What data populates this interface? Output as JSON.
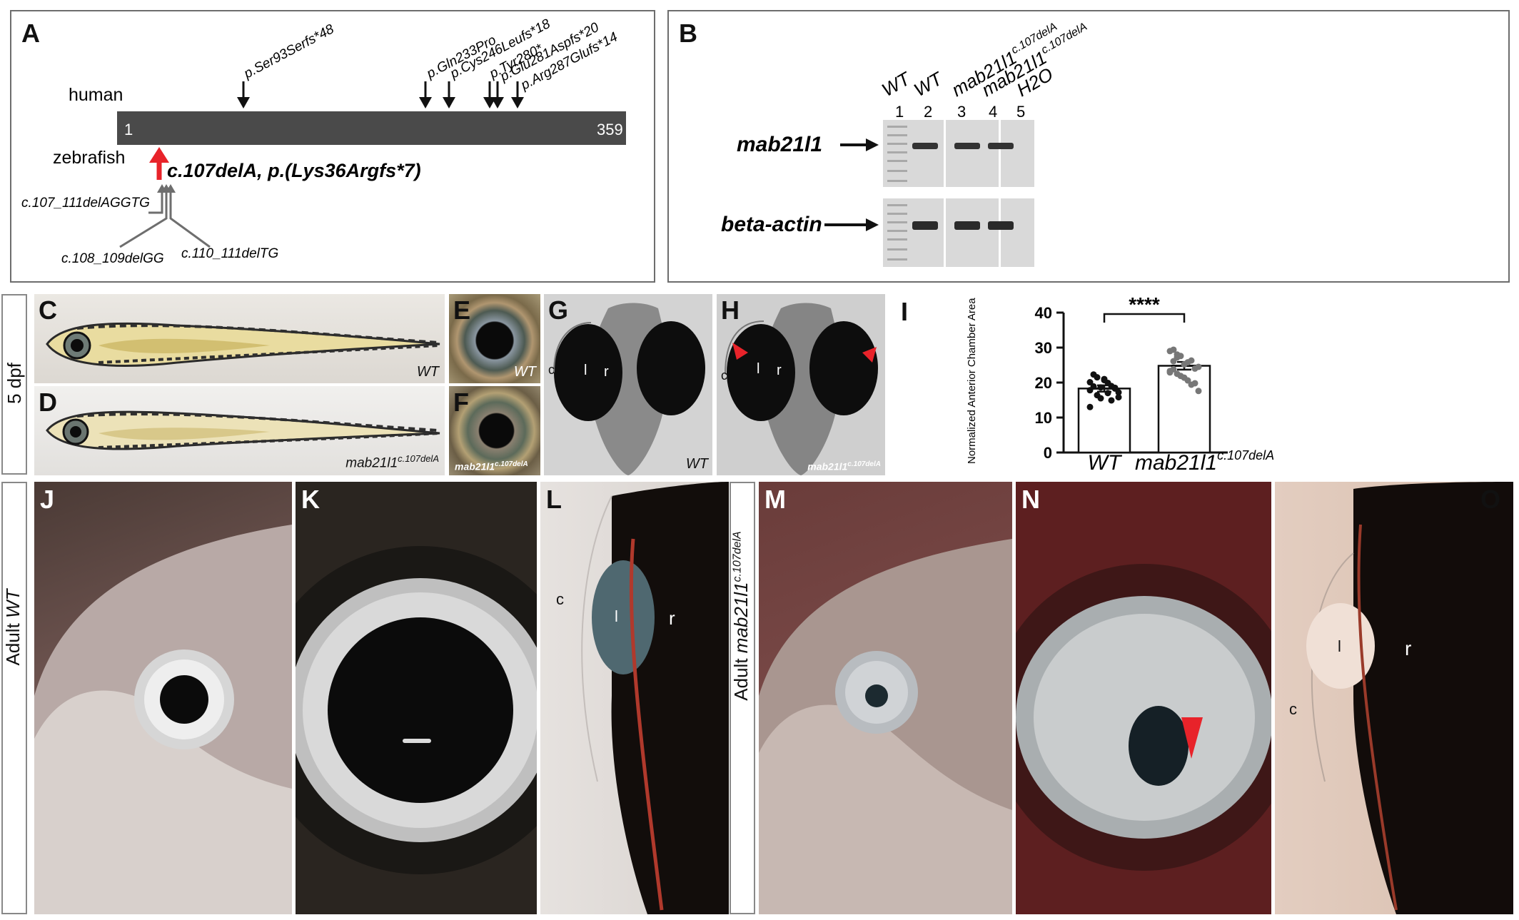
{
  "panelA": {
    "label": "A",
    "human_label": "human",
    "zebrafish_label": "zebrafish",
    "bar_start": "1",
    "bar_end": "359",
    "human_variants": [
      "p.Ser93Serfs*48",
      "p.Gln233Pro",
      "p.Cys246Leufs*18",
      "p.Tyr280*",
      "p.Glu281Aspfs*20",
      "p.Arg287Glufs*14"
    ],
    "main_variant": "c.107delA, p.(Lys36Argfs*7)",
    "other_variants": [
      "c.107_111delAGGTG",
      "c.108_109delGG",
      "c.110_111delTG"
    ],
    "colors": {
      "bar": "#4a4a4a",
      "red_arrow": "#e8232a",
      "grey_arrow": "#6e6e6e"
    }
  },
  "panelB": {
    "label": "B",
    "lanes": [
      {
        "number": "1",
        "name": "WT",
        "superscript": ""
      },
      {
        "number": "2",
        "name": "WT",
        "superscript": ""
      },
      {
        "number": "3",
        "name": "mab21l1",
        "superscript": "c.107delA"
      },
      {
        "number": "4",
        "name": "mab21l1",
        "superscript": "c.107delA"
      },
      {
        "number": "5",
        "name": "H2O",
        "superscript": ""
      }
    ],
    "genes": [
      "mab21l1",
      "beta-actin"
    ]
  },
  "panels": {
    "C": {
      "label": "C",
      "caption": "WT"
    },
    "D": {
      "label": "D",
      "caption": "mab21l1",
      "caption_sup": "c.107delA"
    },
    "E": {
      "label": "E",
      "caption": "WT"
    },
    "F": {
      "label": "F",
      "caption": "mab21l1",
      "caption_sup": "c.107delA"
    },
    "G": {
      "label": "G",
      "caption": "WT",
      "letters": [
        "c",
        "l",
        "r"
      ]
    },
    "H": {
      "label": "H",
      "caption": "mab21l1",
      "caption_sup": "c.107delA",
      "letters": [
        "c",
        "l",
        "r"
      ]
    },
    "J": {
      "label": "J"
    },
    "K": {
      "label": "K"
    },
    "L": {
      "label": "L",
      "letters": [
        "c",
        "l",
        "r"
      ]
    },
    "M": {
      "label": "M"
    },
    "N": {
      "label": "N"
    },
    "O": {
      "label": "O",
      "letters": [
        "c",
        "l",
        "r"
      ]
    }
  },
  "side_labels": {
    "larval": "5 dpf",
    "adult_wt_prefix": "Adult",
    "adult_wt_name": "WT",
    "adult_mut_prefix": "Adult",
    "adult_mut_name": "mab21l1",
    "adult_mut_sup": "c.107delA"
  },
  "chart_data": {
    "type": "bar",
    "label": "I",
    "categories": [
      "WT",
      "mab21l1 c.107delA"
    ],
    "category_names": [
      "WT",
      "mab21l1"
    ],
    "category_sups": [
      "",
      "c.107delA"
    ],
    "values": [
      18.3,
      24.8
    ],
    "errors": [
      0.9,
      1.1
    ],
    "points": [
      [
        20.1,
        22.3,
        21.5,
        18.6,
        21.0,
        19.9,
        19.0,
        18.3,
        17.2,
        17.8,
        18.9,
        16.4,
        15.5,
        20.7,
        17.0,
        14.9,
        18.5,
        15.8,
        13.0
      ],
      [
        29.0,
        29.4,
        27.2,
        27.6,
        25.2,
        25.8,
        26.3,
        24.0,
        24.5,
        23.3,
        23.8,
        22.5,
        21.9,
        21.4,
        20.6,
        19.4,
        19.8,
        17.6,
        22.9,
        26.1,
        28.0
      ]
    ],
    "ylabel": "Normalized Anterior Chamber Area",
    "ylim": [
      0,
      40
    ],
    "yticks": [
      "0",
      "10",
      "20",
      "30",
      "40"
    ],
    "significance": "****"
  }
}
